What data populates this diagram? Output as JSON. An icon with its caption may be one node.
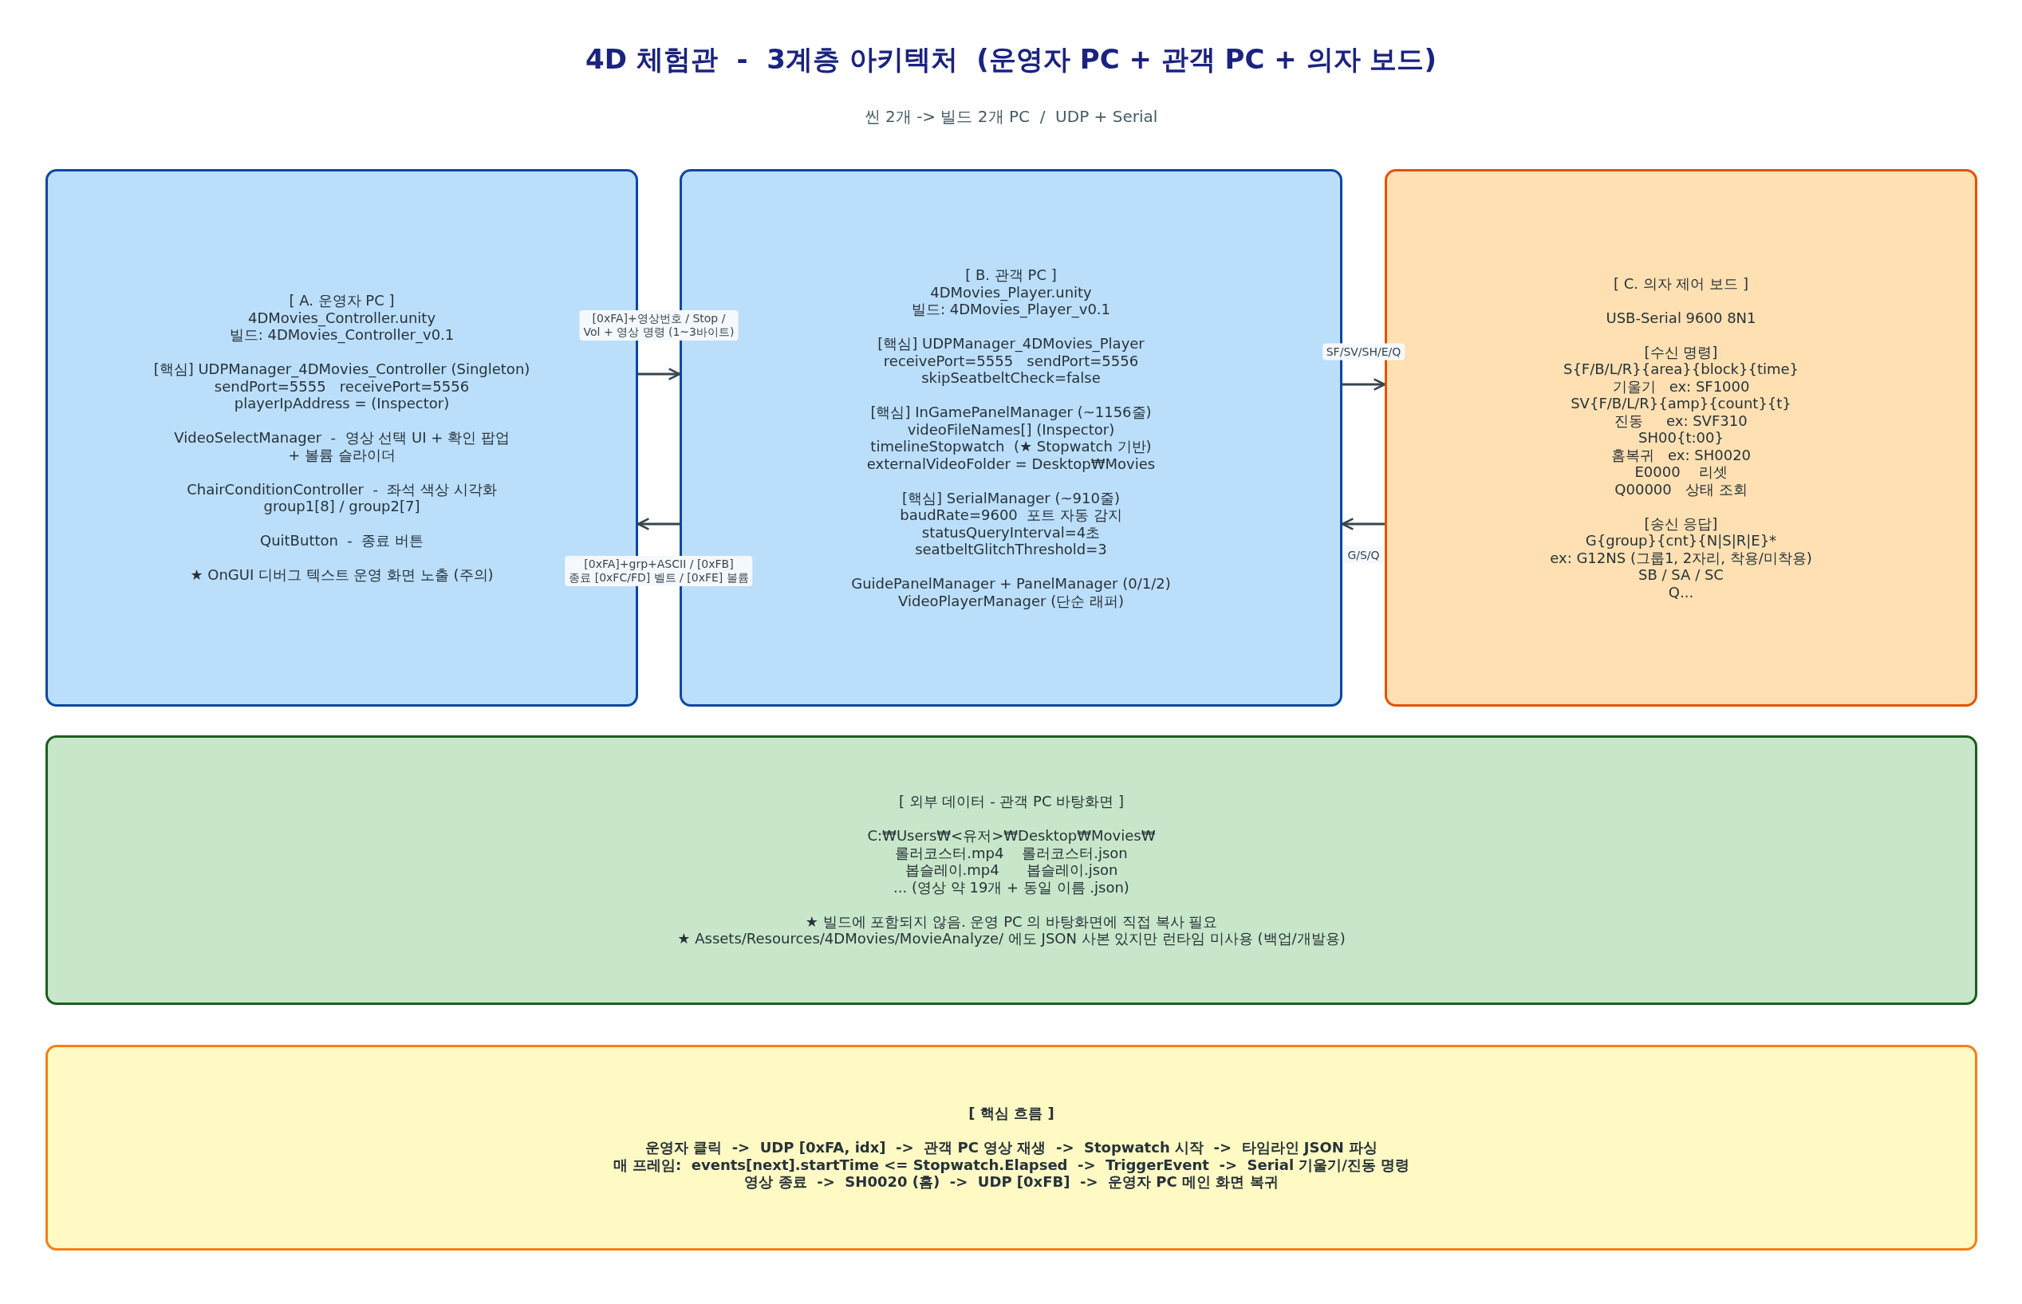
{
  "diagram": {
    "title": "4D 체험관  -  3계층 아키텍처  (운영자 PC + 관객 PC + 의자 보드)",
    "nodes": [
      {
        "text": [
          "[ A. 운영자 PC ]",
          "4DMovies_Controller.unity",
          "빌드: 4DMovies_Controller_v0.1",
          "[핵심] UDPManager_4DMovies_Controller (Singleton)",
          "sendPort=5555   receivePort=5556",
          "playerIpAddress = (Inspector)",
          "VideoSelectManager  -  영상 선택 UI + 확인 팝업",
          "+ 볼륨 슬라이더",
          "ChairConditionController  -  좌석 색상 시각화",
          "group1[8] / group2[7]",
          "QuitButton  -  종료 버튼",
          "★ OnGUI 디버그 텍스트 운영 화면 노출 (주의)"
        ]
      },
      {
        "text": [
          "[ B. 관객 PC ]",
          "4DMovies_Player.unity",
          "빌드: 4DMovies_Player_v0.1",
          "[핵심] UDPManager_4DMovies_Player",
          "receivePort=5555   sendPort=5556",
          "skipSeatbeltCheck=false",
          "[핵심] InGamePanelManager (~1156줄)",
          "videoFileNames[] (Inspector)",
          "timelineStopwatch  (★ Stopwatch 기반)",
          "externalVideoFolder = Desktop₩Movies",
          "[핵심] SerialManager (~910줄)",
          "baudRate=9600  포트 자동 감지",
          "statusQueryInterval=4초",
          "seatbeltGlitchThreshold=3",
          "GuidePanelManager + PanelManager (0/1/2)",
          "VideoPlayerManager (단순 래퍼)"
        ]
      },
      {
        "text": [
          "[ C. 의자 제어 보드 ]",
          "USB-Serial 9600 8N1",
          "[수신 명령]",
          "S{F/B/L/R}{area}{block}{time}",
          "기울기   ex: SF1000",
          "SV{F/B/L/R}{amp}{count}{t}",
          "진동     ex: SVF310",
          "SH00{t:00}",
          "홈복귀   ex: SH0020",
          "E0000    리셋",
          "Q00000   상태 조회",
          "[송신 응답]",
          "G{group}{cnt}{N|S|R|E}*",
          "ex: G12NS (그룹1, 2자리, 착용/미착용)",
          "SB / SA / SC",
          "Q..."
        ]
      },
      {
        "text": [
          "[ 외부 데이터 - 관객 PC 바탕화면 ]",
          "C:₩Users₩<유저>₩Desktop₩Movies₩",
          "롤러코스터.mp4    롤러코스터.json",
          "봅슬레이.mp4      봅슬레이.json",
          "... (영상 약 19개 + 동일 이름 .json)",
          "★ 빌드에 포함되지 않음. 운영 PC 의 바탕화면에 직접 복사 필요",
          "★ Assets/Resources/4DMovies/MovieAnalyze/ 에도 JSON 사본 있지만 런타임 미사용 (백업/개발용)"
        ]
      },
      {
        "text": [
          "[ 핵심 흐름 ]",
          "운영자 클릭  ->  UDP [0xFA, idx]  ->  관객 PC 영상 재생  ->  Stopwatch 시작  ->  타임라인 JSON 파싱",
          "매 프레임:  events[next].startTime <= Stopwatch.Elapsed  ->  TriggerEvent  ->  Serial 기울기/진동 명령",
          "영상 종료  ->  SH0020 (홈)  ->  UDP [0xFB]  ->  운영자 PC 메인 화면 복귀"
        ]
      }
    ],
    "edges": [
      {
        "from": 0,
        "to": 1,
        "arrow": "to",
        "label": "[0xFA]+영상번호 / Stop / Vol + 영상 명령 (1~3바이트)"
      },
      {
        "from": 1,
        "to": 0,
        "arrow": "to",
        "label": "[0xFA]+grp+ASCII / [0xFB] 종료 [0xFC/FD] 벨트 / [0xFE] 볼륨"
      },
      {
        "from": 1,
        "to": 2,
        "arrow": "to",
        "label": "SF/SV/SH/E/Q"
      },
      {
        "from": 2,
        "to": 1,
        "arrow": "to",
        "label": "G/S/Q"
      }
    ],
    "labels": [
      "씬 2개 -> 빌드 2개 PC  /  UDP + Serial"
    ]
  }
}
